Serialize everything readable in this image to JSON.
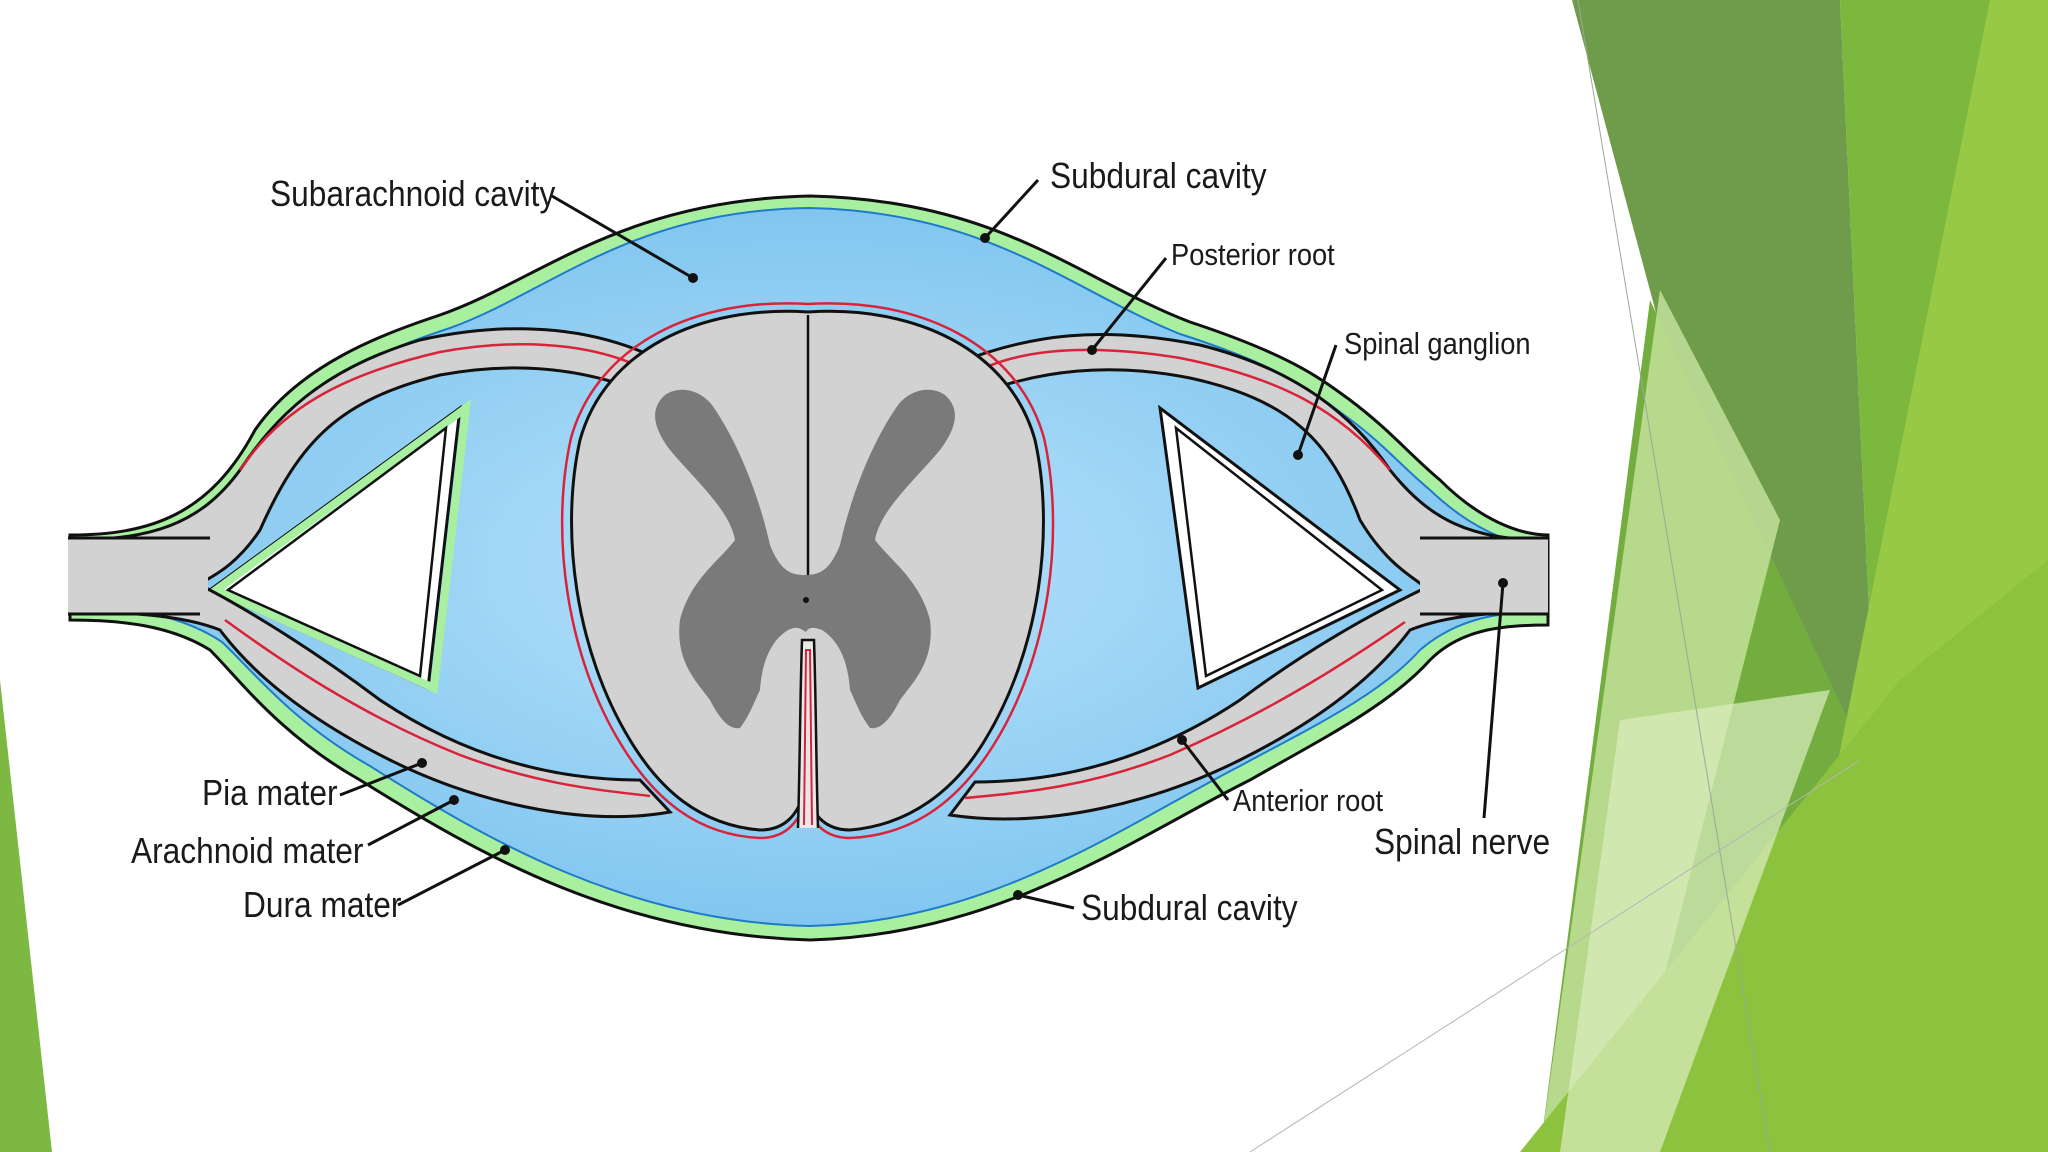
{
  "colors": {
    "slide_green_dark": "#6b9a44",
    "slide_green_mid": "#7db843",
    "slide_green_light": "#a9d36c",
    "csf_blue": "#8fcdf2",
    "dura_green": "#a8f0a0",
    "tissue_gray": "#d2d2d2",
    "gray_matter": "#7a7a7a",
    "pia_red": "#d8233a",
    "arachnoid_blue": "#1f7ac9"
  },
  "diagram": {
    "labels": {
      "subarachnoid_cavity": "Subarachnoid cavity",
      "subdural_cavity_top": "Subdural cavity",
      "posterior_root": "Posterior root",
      "spinal_ganglion": "Spinal ganglion",
      "pia_mater": "Pia mater",
      "arachnoid_mater": "Arachnoid mater",
      "dura_mater": "Dura mater",
      "subdural_cavity_bottom": "Subdural cavity",
      "anterior_root": "Anterior root",
      "spinal_nerve": "Spinal nerve"
    }
  }
}
